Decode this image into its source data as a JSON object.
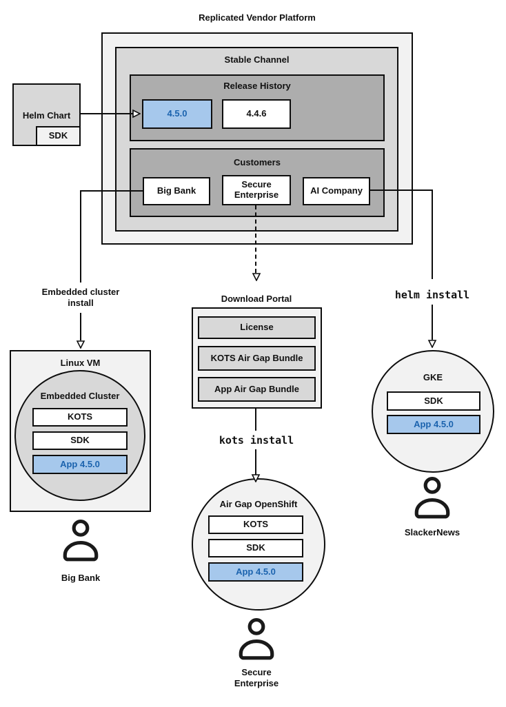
{
  "colors": {
    "blue_fill": "#a6c8ec",
    "blue_border": "#2268b2",
    "blue_text": "#1b63ae",
    "gray_l1": "#f2f2f2",
    "gray_l2": "#d8d8d8",
    "gray_l3": "#adadad"
  },
  "platform": {
    "title": "Replicated Vendor Platform",
    "stable": {
      "title": "Stable Channel"
    },
    "release_history": {
      "title": "Release History",
      "releases": [
        {
          "label": "4.5.0",
          "highlighted": true
        },
        {
          "label": "4.4.6",
          "highlighted": false
        }
      ]
    },
    "customers": {
      "title": "Customers",
      "items": [
        {
          "label": "Big Bank"
        },
        {
          "label": "Secure Enterprise"
        },
        {
          "label": "AI Company"
        }
      ]
    }
  },
  "helm_chart": {
    "label": "Helm Chart",
    "sdk": "SDK"
  },
  "edges": {
    "embedded_install": "Embedded cluster install",
    "kots_install": "kots install",
    "helm_install": "helm install"
  },
  "download_portal": {
    "title": "Download Portal",
    "items": [
      {
        "label": "License"
      },
      {
        "label": "KOTS Air Gap Bundle"
      },
      {
        "label": "App Air Gap Bundle"
      }
    ]
  },
  "linux_vm": {
    "title": "Linux VM",
    "cluster_title": "Embedded Cluster",
    "components": [
      {
        "label": "KOTS",
        "highlighted": false
      },
      {
        "label": "SDK",
        "highlighted": false
      },
      {
        "label": "App 4.5.0",
        "highlighted": true
      }
    ],
    "user": "Big Bank"
  },
  "openshift": {
    "title": "Air Gap OpenShift",
    "components": [
      {
        "label": "KOTS",
        "highlighted": false
      },
      {
        "label": "SDK",
        "highlighted": false
      },
      {
        "label": "App 4.5.0",
        "highlighted": true
      }
    ],
    "user": "Secure Enterprise"
  },
  "gke": {
    "title": "GKE",
    "components": [
      {
        "label": "SDK",
        "highlighted": false
      },
      {
        "label": "App 4.5.0",
        "highlighted": true
      }
    ],
    "user": "SlackerNews"
  }
}
